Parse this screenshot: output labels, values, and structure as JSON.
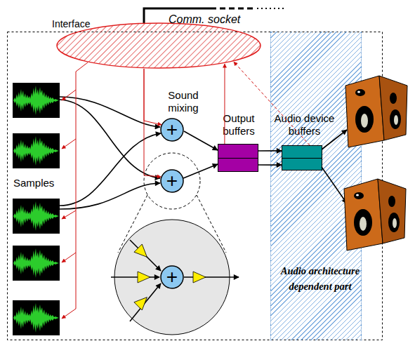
{
  "diagram": {
    "nodes": [
      {
        "text": [
          "Interface"
        ]
      },
      {
        "text": [
          "+"
        ]
      },
      {
        "text": [
          "+"
        ]
      },
      {
        "text": [
          "+"
        ]
      },
      {
        "text": [
          "Output buffers"
        ]
      },
      {
        "text": [
          "Audio architecture dependent part"
        ]
      },
      {
        "text": [
          "Audio device buffers"
        ],
        "in": 5
      }
    ],
    "edges": [
      {
        "from": 0,
        "to": 1,
        "arrow": "to"
      },
      {
        "from": 0,
        "to": 2,
        "arrow": "to"
      },
      {
        "from": 1,
        "to": 4,
        "arrow": "to"
      },
      {
        "from": 2,
        "to": 4,
        "arrow": "to"
      },
      {
        "from": 4,
        "to": 6,
        "arrow": "to"
      },
      {
        "from": 4,
        "to": 0,
        "arrow": "to"
      },
      {
        "from": 6,
        "to": 0,
        "arrow": "to"
      }
    ],
    "labels": [
      "Comm. socket",
      "Sound mixing",
      "Samples"
    ]
  }
}
